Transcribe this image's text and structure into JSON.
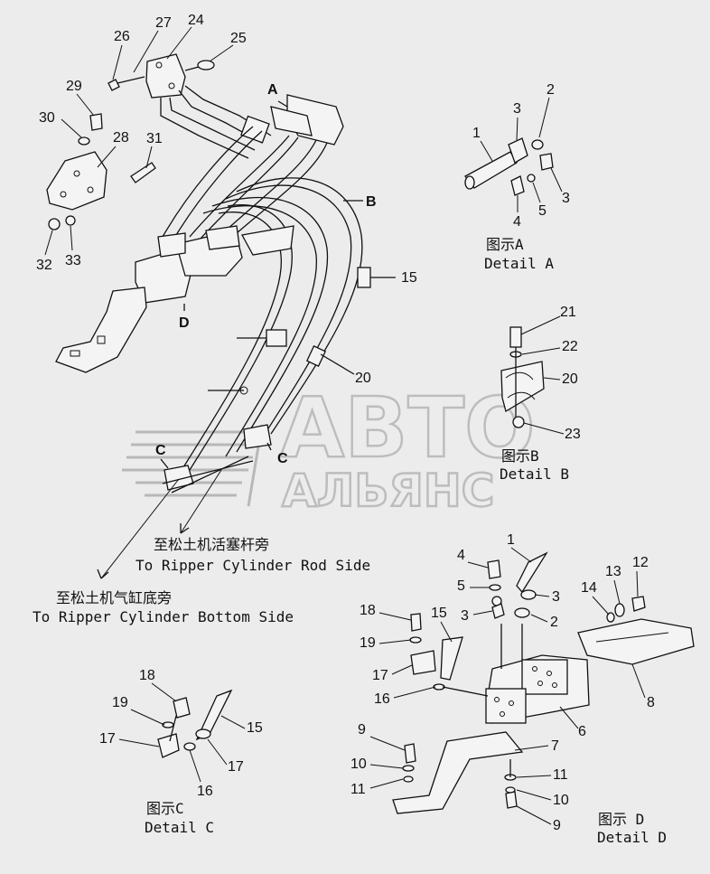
{
  "diagram": {
    "leader_labels": {
      "main": [
        "24",
        "25",
        "26",
        "27",
        "28",
        "29",
        "30",
        "31",
        "32",
        "33",
        "15",
        "20"
      ],
      "detail_a": [
        "1",
        "2",
        "3",
        "3",
        "4",
        "5"
      ],
      "detail_b": [
        "21",
        "22",
        "20",
        "23"
      ],
      "detail_c": [
        "18",
        "19",
        "15",
        "17",
        "17",
        "16"
      ],
      "detail_d": [
        "1",
        "4",
        "5",
        "3",
        "3",
        "2",
        "12",
        "13",
        "14",
        "18",
        "15",
        "19",
        "17",
        "16",
        "8",
        "6",
        "7",
        "9",
        "10",
        "11",
        "11",
        "10",
        "9"
      ]
    },
    "view_markers": [
      "A",
      "B",
      "C",
      "C",
      "D"
    ],
    "captions": {
      "detail_a_cn": "图示A",
      "detail_a_en": "Detail A",
      "detail_b_cn": "图示B",
      "detail_b_en": "Detail B",
      "detail_c_cn": "图示C",
      "detail_c_en": "Detail C",
      "detail_d_cn": "图示 D",
      "detail_d_en": "Detail D"
    },
    "routing": {
      "rod_side_cn": "至松土机活塞杆旁",
      "rod_side_en": "To Ripper Cylinder Rod Side",
      "bottom_side_cn": "至松土机气缸底旁",
      "bottom_side_en": "To Ripper Cylinder Bottom Side"
    },
    "watermark": {
      "line1": "АВТО",
      "line2": "АЛЬЯНС"
    }
  }
}
